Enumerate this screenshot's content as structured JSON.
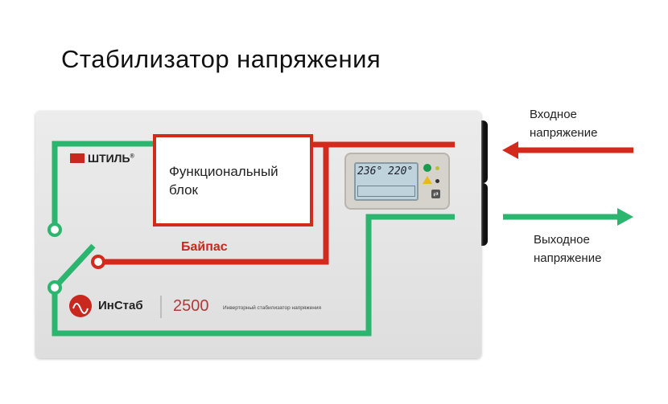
{
  "title": "Стабилизатор напряжения",
  "device": {
    "brand": "ШТИЛЬ",
    "brand_mark": "®",
    "functional_block": [
      "Функциональный",
      "блок"
    ],
    "bypass_label": "Байпас",
    "display": {
      "input_voltage": "236°",
      "output_voltage": "220°"
    },
    "model_logo": "ИнСтаб",
    "model_number": "2500",
    "model_description": "Инверторный стабилизатор напряжения"
  },
  "labels": {
    "input": [
      "Входное",
      "напряжение"
    ],
    "output": [
      "Выходное",
      "напряжение"
    ]
  },
  "colors": {
    "input_line": "#d32a1e",
    "output_line": "#2bb56e",
    "bypass": "#c8281e"
  }
}
